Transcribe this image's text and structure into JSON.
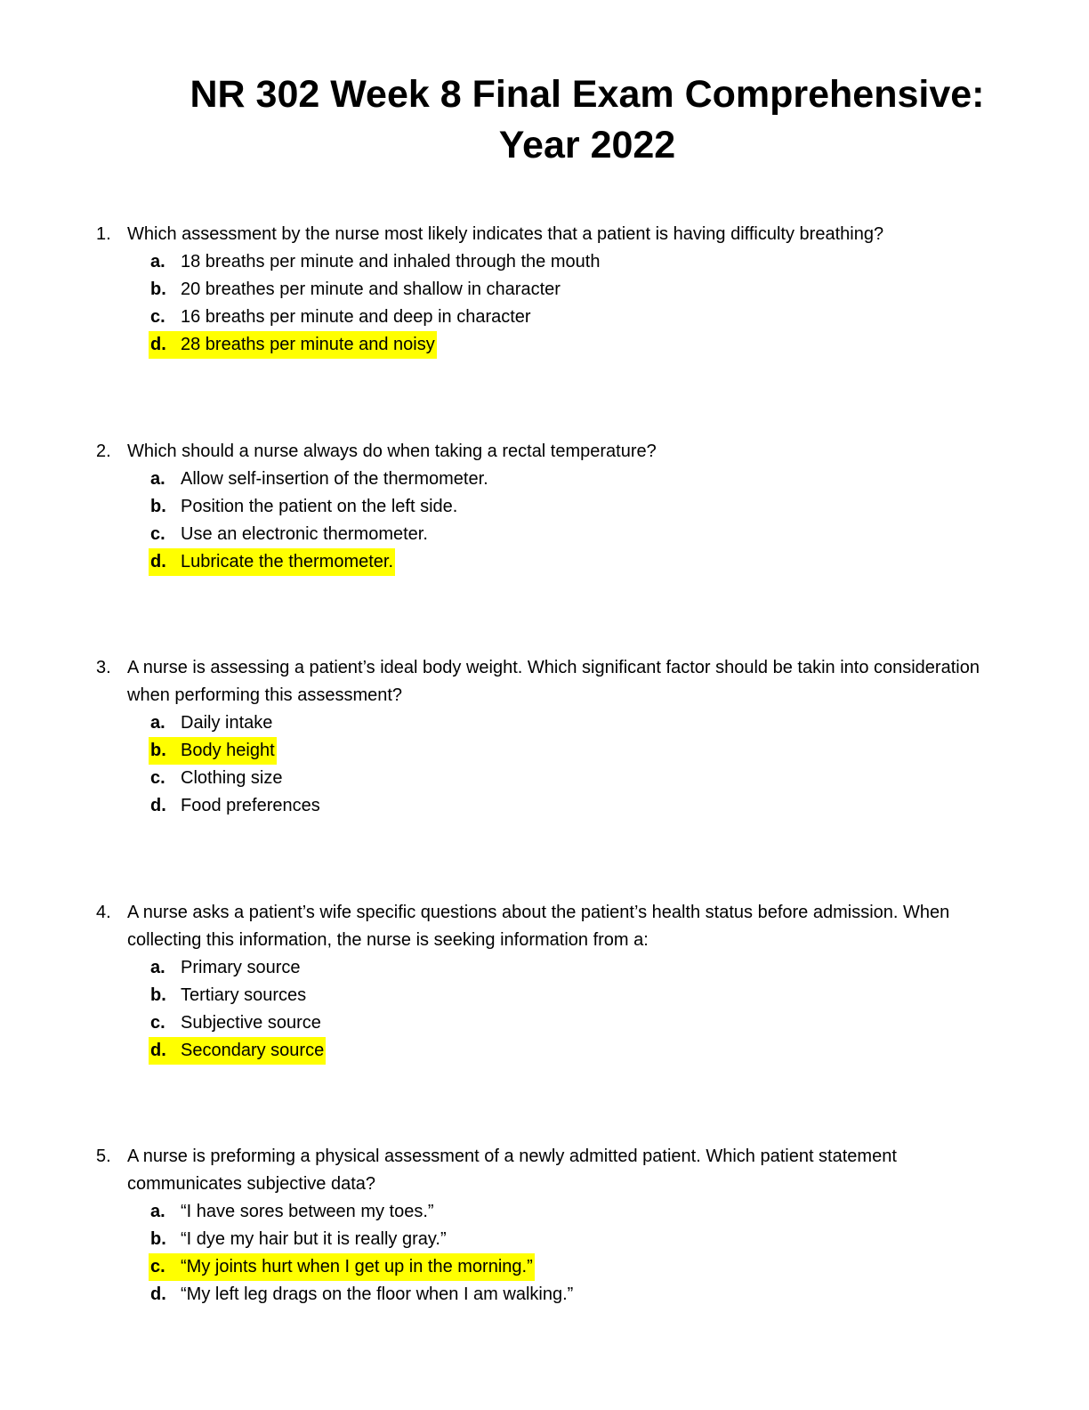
{
  "document": {
    "title_line1": "NR 302 Week 8 Final Exam Comprehensive:",
    "title_line2": "Year 2022"
  },
  "highlight_color": "#ffff00",
  "questions": [
    {
      "number": "1.",
      "text": "Which assessment by the nurse most likely indicates that a patient is having difficulty breathing?",
      "options": [
        {
          "letter": "a.",
          "text": "18 breaths per minute and inhaled through the mouth",
          "highlighted": false
        },
        {
          "letter": "b.",
          "text": "20 breathes per minute and shallow in character",
          "highlighted": false
        },
        {
          "letter": "c.",
          "text": "16 breaths per minute and deep in character",
          "highlighted": false
        },
        {
          "letter": "d.",
          "text": "28 breaths per minute and noisy",
          "highlighted": true
        }
      ]
    },
    {
      "number": "2.",
      "text": "Which should a nurse always do when taking a rectal temperature?",
      "options": [
        {
          "letter": "a.",
          "text": "Allow self-insertion of the thermometer.",
          "highlighted": false
        },
        {
          "letter": "b.",
          "text": "Position the patient on the left side.",
          "highlighted": false
        },
        {
          "letter": "c.",
          "text": "Use an electronic thermometer.",
          "highlighted": false
        },
        {
          "letter": "d.",
          "text": "Lubricate the thermometer.",
          "highlighted": true
        }
      ]
    },
    {
      "number": "3.",
      "text": "A nurse is assessing a patient’s ideal body weight. Which significant factor should be takin into consideration when performing this assessment?",
      "options": [
        {
          "letter": "a.",
          "text": "Daily intake",
          "highlighted": false
        },
        {
          "letter": "b.",
          "text": "Body height",
          "highlighted": true
        },
        {
          "letter": "c.",
          "text": "Clothing size",
          "highlighted": false
        },
        {
          "letter": "d.",
          "text": "Food preferences",
          "highlighted": false
        }
      ]
    },
    {
      "number": "4.",
      "text": "A nurse asks a patient’s wife specific questions about the patient’s health status before admission. When collecting this information, the nurse is seeking information from a:",
      "options": [
        {
          "letter": "a.",
          "text": "Primary source",
          "highlighted": false
        },
        {
          "letter": "b.",
          "text": "Tertiary sources",
          "highlighted": false
        },
        {
          "letter": "c.",
          "text": "Subjective source",
          "highlighted": false
        },
        {
          "letter": "d.",
          "text": "Secondary source",
          "highlighted": true
        }
      ]
    },
    {
      "number": "5.",
      "text": "A nurse is preforming a physical assessment of a newly admitted patient. Which patient statement communicates subjective data?",
      "options": [
        {
          "letter": "a.",
          "text": "“I have sores between my toes.”",
          "highlighted": false
        },
        {
          "letter": "b.",
          "text": "“I dye my hair but it is really gray.”",
          "highlighted": false
        },
        {
          "letter": "c.",
          "text": "“My joints hurt when I get up in the morning.”",
          "highlighted": true
        },
        {
          "letter": "d.",
          "text": "“My left leg drags on the floor when I am walking.”",
          "highlighted": false
        }
      ]
    }
  ]
}
